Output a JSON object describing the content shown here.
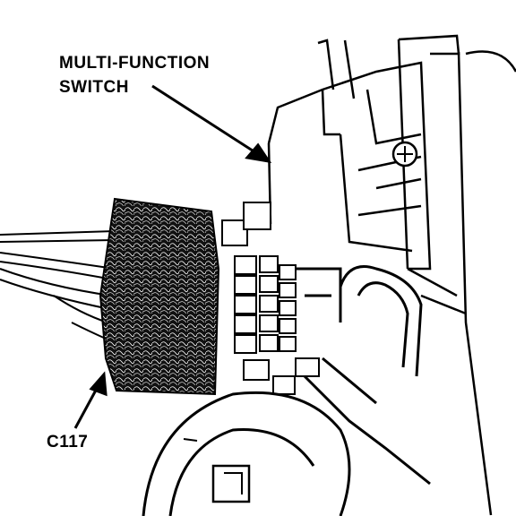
{
  "labels": {
    "multi_function_switch_line1": "MULTI-FUNCTION",
    "multi_function_switch_line2": "SWITCH",
    "connector": "C117"
  },
  "colors": {
    "ink": "#000000",
    "paper": "#ffffff"
  }
}
